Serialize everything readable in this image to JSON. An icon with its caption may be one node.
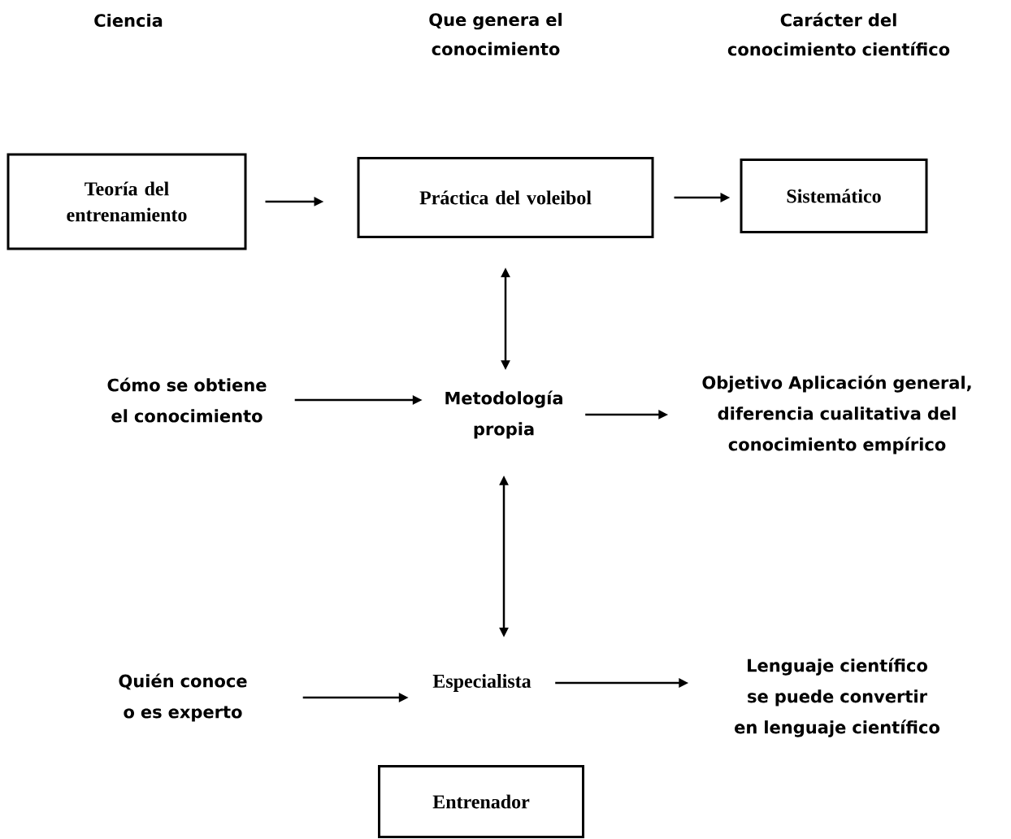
{
  "diagram": {
    "nodes": [
      {
        "text": [
          "Teoría del entrenamiento"
        ]
      },
      {
        "text": [
          "Práctica del voleibol"
        ]
      },
      {
        "text": [
          "Sistemático"
        ]
      },
      {
        "text": [
          "Cómo se obtiene el conocimiento"
        ]
      },
      {
        "text": [
          "Metodología propia"
        ]
      },
      {
        "text": [
          "Objetivo Aplicación general, diferencia cualitativa del conocimiento empírico"
        ]
      },
      {
        "text": [
          "Quién conoce o es experto"
        ]
      },
      {
        "text": [
          "Especialista"
        ]
      },
      {
        "text": [
          "Lenguaje científico se puede convertir en lenguaje científico"
        ]
      },
      {
        "text": [
          "Entrenador"
        ]
      }
    ],
    "edges": [
      {
        "from": 0,
        "to": 1,
        "arrow": "to"
      },
      {
        "from": 1,
        "to": 2,
        "arrow": "to"
      },
      {
        "from": 1,
        "to": 4,
        "arrow": "both"
      },
      {
        "from": 3,
        "to": 4,
        "arrow": "to"
      },
      {
        "from": 4,
        "to": 5,
        "arrow": "to"
      },
      {
        "from": 4,
        "to": 7,
        "arrow": "both"
      },
      {
        "from": 6,
        "to": 7,
        "arrow": "to"
      },
      {
        "from": 7,
        "to": 8,
        "arrow": "to"
      }
    ],
    "labels": [
      "Ciencia",
      "Que genera el conocimiento",
      "Carácter del conocimiento científico"
    ]
  }
}
